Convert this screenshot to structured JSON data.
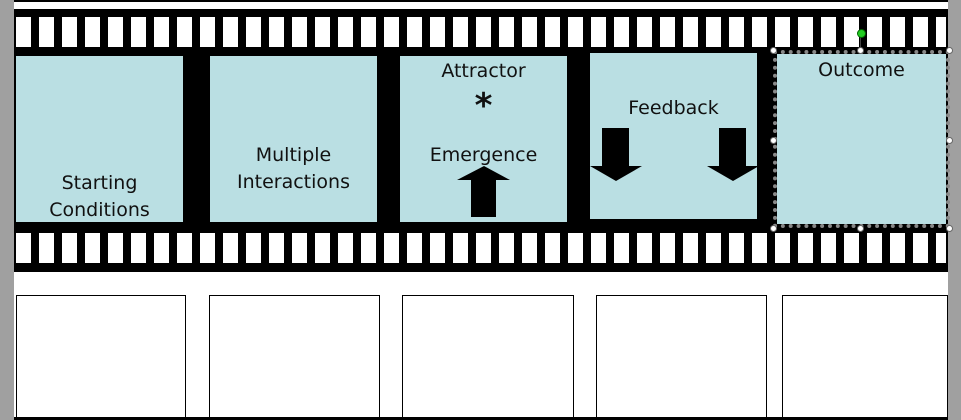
{
  "frames": [
    {
      "label_line1": "Starting",
      "label_line2": "Conditions"
    },
    {
      "label_line1": "Multiple",
      "label_line2": "Interactions"
    },
    {
      "attractor": "Attractor",
      "emergence": "Emergence",
      "star": "*"
    },
    {
      "label": "Feedback"
    },
    {
      "label": "Outcome"
    }
  ],
  "colors": {
    "frame_fill": "#badfe3",
    "film": "#000000",
    "rotate_handle": "#22cc22"
  }
}
